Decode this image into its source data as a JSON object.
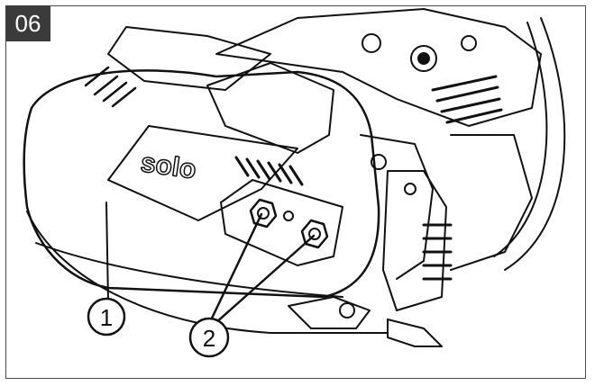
{
  "figure": {
    "number": "06",
    "brand_text": "solo",
    "callouts": [
      {
        "id": "callout-1",
        "label": "1"
      },
      {
        "id": "callout-2",
        "label": "2"
      }
    ]
  }
}
